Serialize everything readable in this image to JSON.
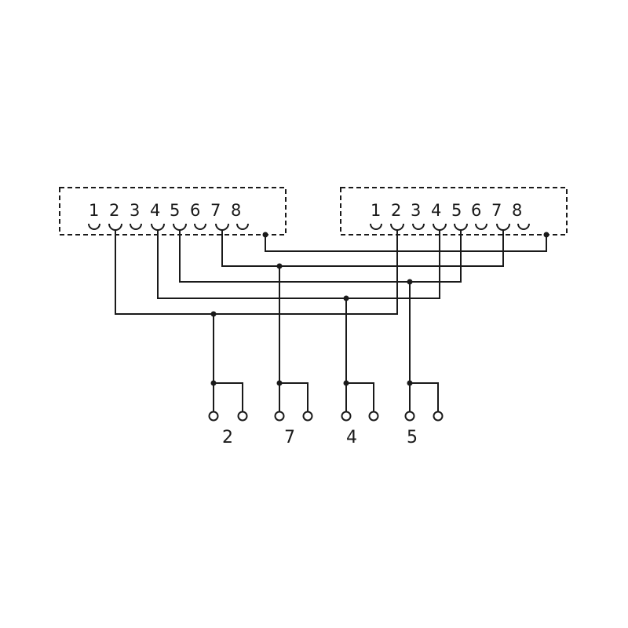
{
  "connectors": [
    {
      "pins": [
        "1",
        "2",
        "3",
        "4",
        "5",
        "6",
        "7",
        "8"
      ]
    },
    {
      "pins": [
        "1",
        "2",
        "3",
        "4",
        "5",
        "6",
        "7",
        "8"
      ]
    }
  ],
  "outputs": [
    {
      "label": "2"
    },
    {
      "label": "7"
    },
    {
      "label": "4"
    },
    {
      "label": "5"
    }
  ],
  "colors": {
    "line": "#1a1a1a",
    "background": "#ffffff"
  }
}
